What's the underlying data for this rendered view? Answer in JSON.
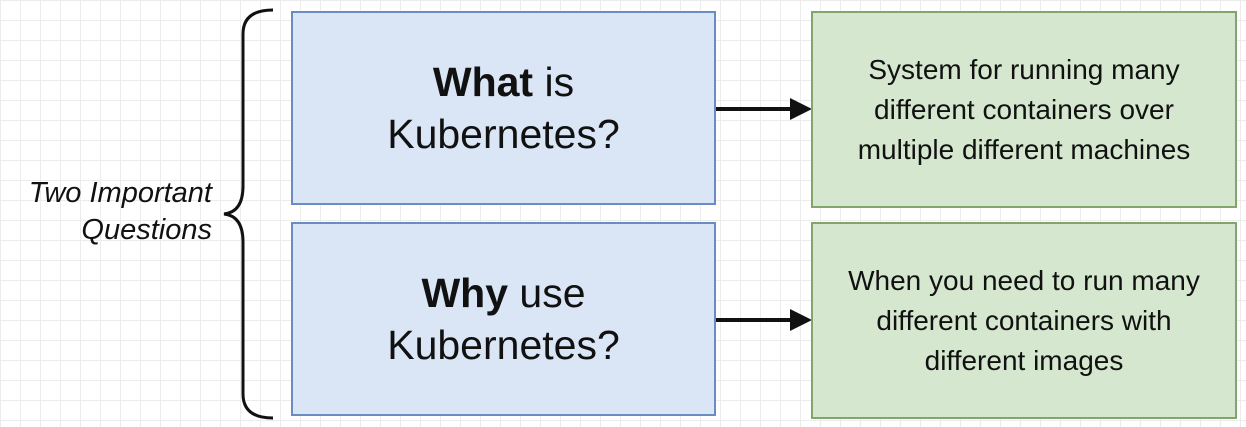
{
  "side_label": {
    "line1": "Two Important",
    "line2": "Questions"
  },
  "questions": [
    {
      "bold": "What",
      "rest": " is",
      "line2": "Kubernetes?"
    },
    {
      "bold": "Why",
      "rest": " use",
      "line2": "Kubernetes?"
    }
  ],
  "answers": [
    {
      "lines": [
        "System for running many",
        "different containers over",
        "multiple different machines"
      ]
    },
    {
      "lines": [
        "When you need to run many",
        "different containers with",
        "different images"
      ]
    }
  ],
  "colors": {
    "question_fill": "#dae6f5",
    "question_border": "#6b8cc0",
    "answer_fill": "#d5e7cf",
    "answer_border": "#83a56d"
  }
}
